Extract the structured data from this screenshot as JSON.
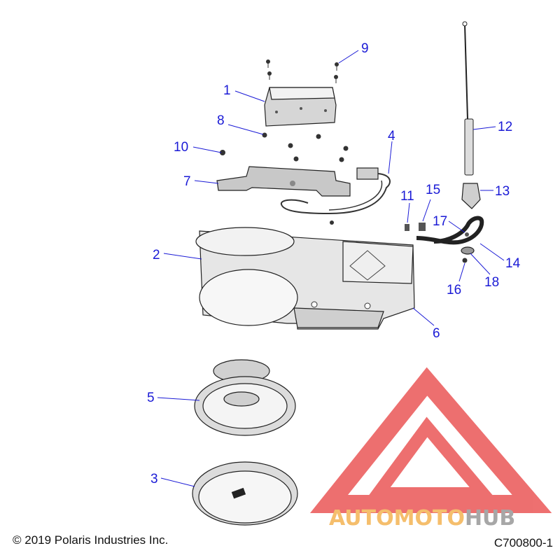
{
  "diagram": {
    "callouts": [
      {
        "id": "1",
        "label": "1"
      },
      {
        "id": "2",
        "label": "2"
      },
      {
        "id": "3",
        "label": "3"
      },
      {
        "id": "4",
        "label": "4"
      },
      {
        "id": "5",
        "label": "5"
      },
      {
        "id": "6",
        "label": "6"
      },
      {
        "id": "7",
        "label": "7"
      },
      {
        "id": "8",
        "label": "8"
      },
      {
        "id": "9",
        "label": "9"
      },
      {
        "id": "10",
        "label": "10"
      },
      {
        "id": "11",
        "label": "11"
      },
      {
        "id": "12",
        "label": "12"
      },
      {
        "id": "13",
        "label": "13"
      },
      {
        "id": "14",
        "label": "14"
      },
      {
        "id": "15",
        "label": "15"
      },
      {
        "id": "16",
        "label": "16"
      },
      {
        "id": "17",
        "label": "17"
      },
      {
        "id": "18",
        "label": "18"
      }
    ]
  },
  "footer": {
    "copyright": "© 2019 Polaris Industries Inc.",
    "drawing_id": "C700800-1"
  },
  "watermark": {
    "brand_part1": "AUTOMOTO",
    "brand_part2": "HUB",
    "color_red": "#e84040",
    "color_orange": "#f2a93b",
    "color_gray": "#8a8a8a"
  },
  "colors": {
    "callout": "#1a1ad6"
  }
}
